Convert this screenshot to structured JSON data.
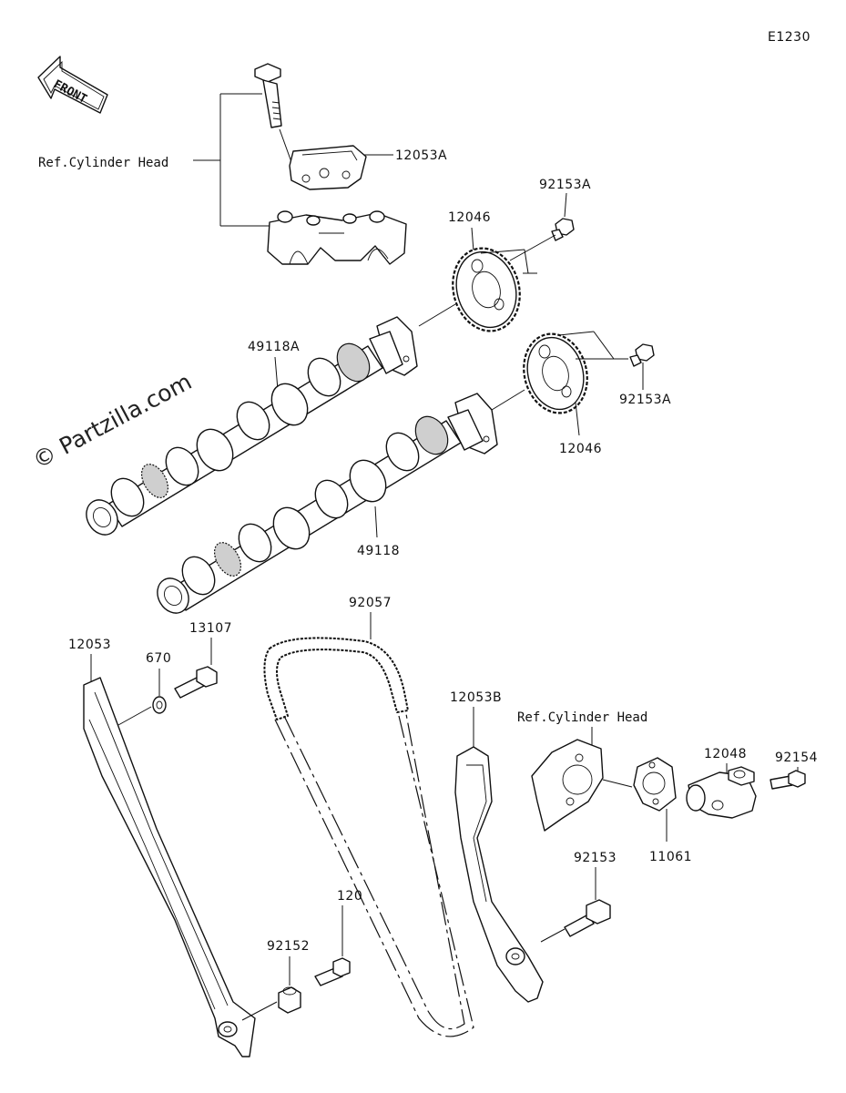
{
  "diagram_code": "E1230",
  "front_arrow": {
    "label": "FRONT",
    "icon": "front-direction-arrow-icon"
  },
  "watermark": "© Partzilla.com",
  "references": {
    "ref_top": "Ref.Cylinder Head",
    "ref_tensioner": "Ref.Cylinder Head"
  },
  "part_labels": {
    "p12053A": "12053A",
    "p92153A_top": "92153A",
    "p12046_top": "12046",
    "p49118A": "49118A",
    "p92153A_mid": "92153A",
    "p12046_mid": "12046",
    "p49118": "49118",
    "p92057": "92057",
    "p12053": "12053",
    "p13107": "13107",
    "p670": "670",
    "p12053B": "12053B",
    "p12048": "12048",
    "p92154": "92154",
    "p11061": "11061",
    "p92153": "92153",
    "p120": "120",
    "p92152": "92152"
  }
}
